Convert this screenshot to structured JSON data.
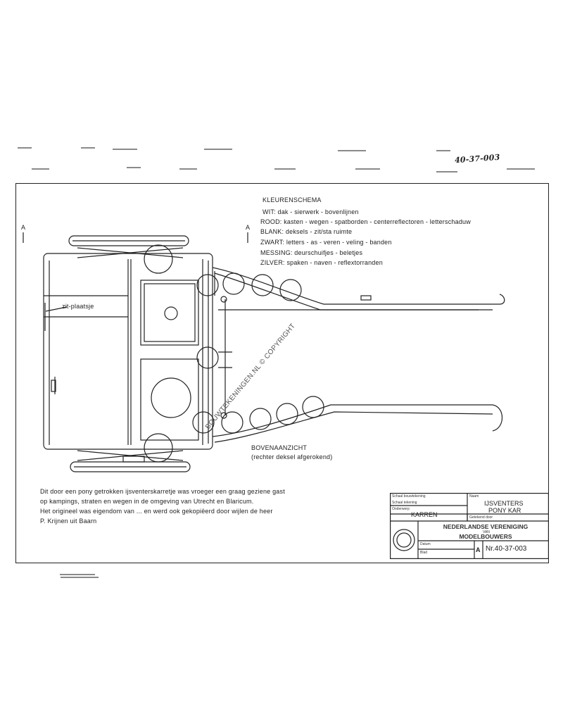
{
  "drawing_number_handwritten": "40-37-003",
  "legend": {
    "title": "KLEURENSCHEMA",
    "lines": [
      "WIT:  dak - sierwerk - bovenlijnen",
      "ROOD:  kasten - wegen - spatborden - centerreflectoren - letterschaduw",
      "BLANK: deksels - zit/sta ruimte",
      "ZWART: letters - as - veren - veling - banden",
      "MESSING: deurschuifjes - beletjes",
      "ZILVER: spaken - naven - reflextorranden"
    ]
  },
  "labels": {
    "zitplaats": "zit-plaatsje",
    "section_a_left": "A",
    "section_a_right": "A",
    "view_title": "BOVENAANZICHT",
    "view_subtitle": "(rechter deksel afgerokend)"
  },
  "description": [
    "Dit door een pony getrokken ijsventerskarretje was vroeger een graag geziene gast",
    "op kampings, straten en wegen in de omgeving van Utrecht en Blaricum.",
    "Het origineel was eigendom van ... en werd ook gekopiëerd door wijlen de heer",
    "P. Krijnen uit Baarn"
  ],
  "watermark": "BOUWTEKENINGEN.NL © COPYRIGHT",
  "title_block": {
    "small_labels": [
      "Schaal bouwtekening",
      "Schaal tekening",
      "Onderwerp",
      "Naam",
      "Getekend door",
      "Datum",
      "Blad"
    ],
    "category": "KARREN",
    "title_line1": "IJSVENTERS",
    "title_line2": "PONY KAR",
    "org_line1": "NEDERLANDSE VERENIGING",
    "org_small": "VAN",
    "org_line2": "MODELBOUWERS",
    "size": "A",
    "number": "Nr.40-37-003"
  }
}
